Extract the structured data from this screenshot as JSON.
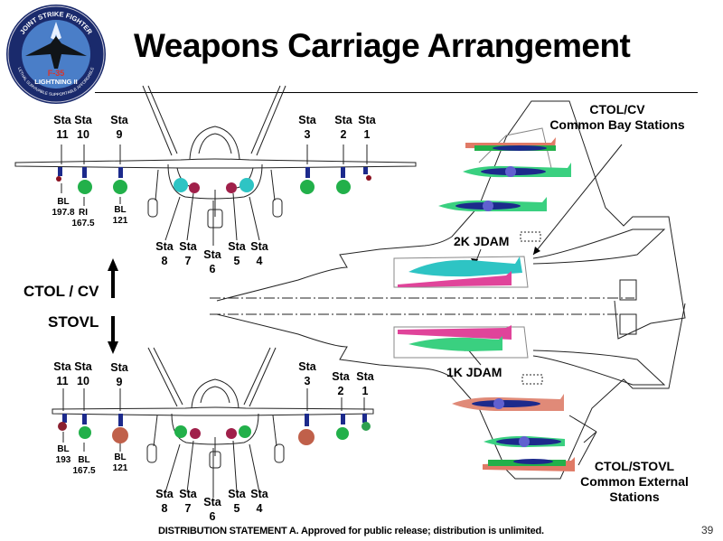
{
  "slide": {
    "title": "Weapons Carriage Arrangement",
    "page_number": "39",
    "footer": "DISTRIBUTION STATEMENT A.  Approved for public release; distribution is unlimited."
  },
  "logo": {
    "ring_top_text": "JOINT STRIKE FIGHTER",
    "ring_bottom_text": "LETHAL  SURVIVABLE  SUPPORTABLE  AFFORDABLE",
    "model": "F-35",
    "name": "LIGHTNING II",
    "colors": {
      "ring": "#1a2a6c",
      "sky": "#4a7ec8",
      "model_text": "#d8342c"
    }
  },
  "variants": {
    "upper_label": "CTOL / CV",
    "lower_label": "STOVL"
  },
  "callouts": {
    "bay_stations": "CTOL/CV\nCommon Bay Stations",
    "bay_line1": "CTOL/CV",
    "bay_line2": "Common Bay Stations",
    "ext_line1": "CTOL/STOVL",
    "ext_line2": "Common External",
    "ext_line3": "Stations",
    "jdam_2k": "2K JDAM",
    "jdam_1k": "1K JDAM"
  },
  "ctol_front_view": {
    "stations": [
      {
        "label": "Sta",
        "num": "11"
      },
      {
        "label": "Sta",
        "num": "10"
      },
      {
        "label": "Sta",
        "num": "9"
      },
      {
        "label": "Sta",
        "num": "8"
      },
      {
        "label": "Sta",
        "num": "7"
      },
      {
        "label": "Sta",
        "num": "6"
      },
      {
        "label": "Sta",
        "num": "5"
      },
      {
        "label": "Sta",
        "num": "4"
      },
      {
        "label": "Sta",
        "num": "3"
      },
      {
        "label": "Sta",
        "num": "2"
      },
      {
        "label": "Sta",
        "num": "1"
      }
    ],
    "butt_lines": [
      {
        "label": "BL",
        "value": "197.8"
      },
      {
        "label": "RI",
        "value": "167.5"
      },
      {
        "label": "BL",
        "value": "121"
      }
    ]
  },
  "stovl_front_view": {
    "stations": [
      {
        "label": "Sta",
        "num": "11"
      },
      {
        "label": "Sta",
        "num": "10"
      },
      {
        "label": "Sta",
        "num": "9"
      },
      {
        "label": "Sta",
        "num": "8"
      },
      {
        "label": "Sta",
        "num": "7"
      },
      {
        "label": "Sta",
        "num": "6"
      },
      {
        "label": "Sta",
        "num": "5"
      },
      {
        "label": "Sta",
        "num": "4"
      },
      {
        "label": "Sta",
        "num": "3"
      },
      {
        "label": "Sta",
        "num": "2"
      },
      {
        "label": "Sta",
        "num": "1"
      }
    ],
    "butt_lines": [
      {
        "label": "BL",
        "value": "193"
      },
      {
        "label": "BL",
        "value": "167.5"
      },
      {
        "label": "BL",
        "value": "121"
      }
    ]
  },
  "colors": {
    "store_green": "#22b04a",
    "store_cyan": "#2ec4c4",
    "store_magenta": "#e0449a",
    "store_maroon": "#a0204a",
    "store_pylon_blue": "#1c2a8c",
    "store_salmon": "#e07a66",
    "store_body_blue": "#5050c8"
  }
}
